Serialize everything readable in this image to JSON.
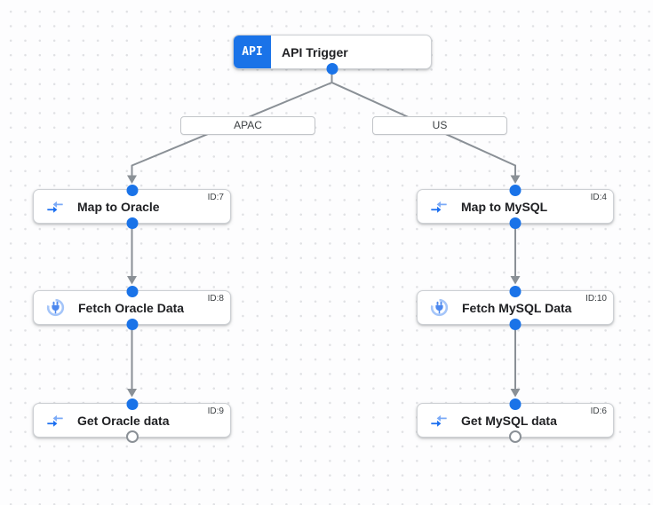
{
  "colors": {
    "accent_blue": "#1a73e8",
    "edge_gray": "#8a9096",
    "icon_arrow_dark_blue": "#1a6ef0",
    "icon_arrow_light_blue": "#7baaf7",
    "connector_ring_blue": "#a4c5f9",
    "connector_plug_blue": "#4d88ee",
    "node_border": "#cdd0d4",
    "text_primary": "#202124",
    "text_secondary": "#3c4043",
    "dot_grid": "#e0e1e4"
  },
  "trigger": {
    "badge": "API",
    "label": "API Trigger"
  },
  "branches": [
    {
      "condition": "APAC",
      "steps": [
        {
          "label": "Map to Oracle",
          "id": "ID:7",
          "icon": "data-mapping-icon"
        },
        {
          "label": "Fetch Oracle Data",
          "id": "ID:8",
          "icon": "connector-icon"
        },
        {
          "label": "Get Oracle data",
          "id": "ID:9",
          "icon": "data-mapping-icon"
        }
      ]
    },
    {
      "condition": "US",
      "steps": [
        {
          "label": "Map to MySQL",
          "id": "ID:4",
          "icon": "data-mapping-icon"
        },
        {
          "label": "Fetch MySQL Data",
          "id": "ID:10",
          "icon": "connector-icon"
        },
        {
          "label": "Get MySQL data",
          "id": "ID:6",
          "icon": "data-mapping-icon"
        }
      ]
    }
  ]
}
